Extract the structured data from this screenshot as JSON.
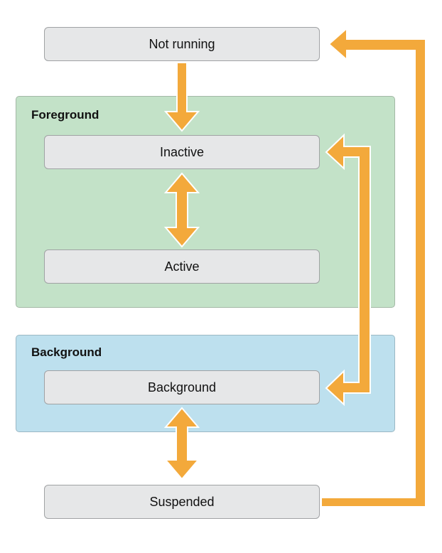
{
  "regions": {
    "foreground": {
      "label": "Foreground",
      "color": "#c3e2c8"
    },
    "background": {
      "label": "Background",
      "color": "#bde0ee"
    }
  },
  "states": {
    "not_running": "Not running",
    "inactive": "Inactive",
    "active": "Active",
    "background": "Background",
    "suspended": "Suspended"
  },
  "transitions": [
    {
      "from": "Not running",
      "to": "Inactive",
      "direction": "one-way"
    },
    {
      "from": "Inactive",
      "to": "Active",
      "direction": "two-way"
    },
    {
      "from": "Inactive",
      "to": "Background",
      "direction": "two-way"
    },
    {
      "from": "Background",
      "to": "Suspended",
      "direction": "two-way"
    },
    {
      "from": "Suspended",
      "to": "Not running",
      "direction": "one-way"
    }
  ],
  "colors": {
    "arrow": "#f3a93b",
    "state_box": "#e6e7e8"
  }
}
